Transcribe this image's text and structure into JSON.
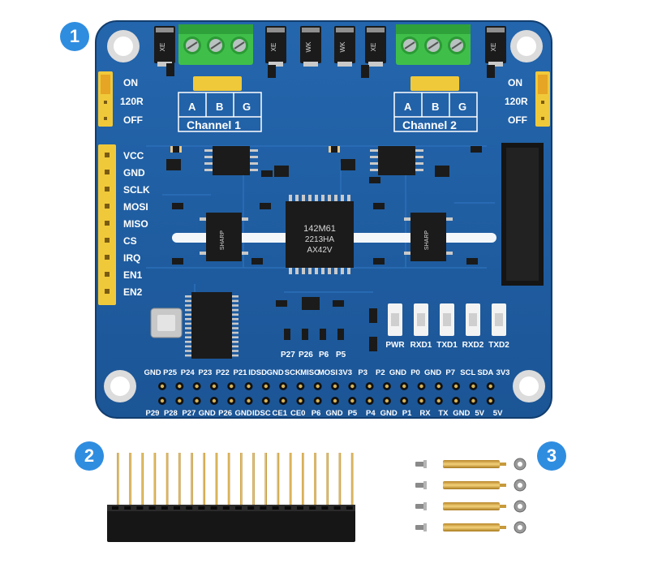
{
  "markers": [
    "1",
    "2",
    "3"
  ],
  "board": {
    "colors": {
      "pcb": "#1f5ea3",
      "pcb_dark": "#173f73",
      "header_yellow": "#f0c93a",
      "terminal_green": "#3fbf4a"
    },
    "left_jumper": [
      "ON",
      "120R",
      "OFF"
    ],
    "right_jumper": [
      "ON",
      "120R",
      "OFF"
    ],
    "spi_header": [
      "VCC",
      "GND",
      "SCLK",
      "MOSI",
      "MISO",
      "CS",
      "IRQ",
      "EN1",
      "EN2"
    ],
    "channel1": {
      "pins": [
        "A",
        "B",
        "G"
      ],
      "label": "Channel 1"
    },
    "channel2": {
      "pins": [
        "A",
        "B",
        "G"
      ],
      "label": "Channel 2"
    },
    "diode_marks": [
      "XE",
      "XE",
      "WK",
      "WK",
      "XE",
      "XE"
    ],
    "main_chip": [
      "142M61",
      "2213HA",
      "AX42V"
    ],
    "iso_chip": "SHARP",
    "crystal": "",
    "leds": [
      "PWR",
      "RXD1",
      "TXD1",
      "RXD2",
      "TXD2"
    ],
    "pad_labels": [
      "P27",
      "P26",
      "P6",
      "P5"
    ],
    "gpio_top": [
      "GND",
      "P25",
      "P24",
      "P23",
      "P22",
      "P21",
      "IDSD",
      "GND",
      "SCK",
      "MISO",
      "MOSI",
      "3V3",
      "P3",
      "P2",
      "GND",
      "P0",
      "GND",
      "P7",
      "SCL",
      "SDA",
      "3V3"
    ],
    "gpio_bottom": [
      "P29",
      "P28",
      "P27",
      "GND",
      "P26",
      "GND",
      "IDSC",
      "CE1",
      "CE0",
      "P6",
      "GND",
      "P5",
      "P4",
      "GND",
      "P1",
      "RX",
      "TX",
      "GND",
      "5V",
      "5V"
    ]
  },
  "accessories": {
    "pin_header": "2x20 female pin header",
    "standoffs": 4
  }
}
